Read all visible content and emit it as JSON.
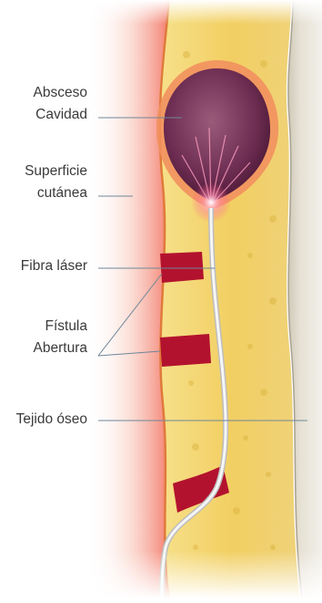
{
  "labels": {
    "absceso": [
      "Absceso",
      "Cavidad"
    ],
    "superficie": [
      "Superficie",
      "cutánea"
    ],
    "fibra": "Fibra láser",
    "fistula": [
      "Fístula",
      "Abertura"
    ],
    "tejido": "Tejido óseo"
  },
  "colors": {
    "skin_glow": "#f26a58",
    "fat": "#f3d77a",
    "abscess": "#7b3a5e",
    "abscess_rim": "#f08a5a",
    "tract": "#b3122e",
    "fiber": "#e9e9e9",
    "bone": "#ddd8cc",
    "leader": "#6f8799"
  }
}
